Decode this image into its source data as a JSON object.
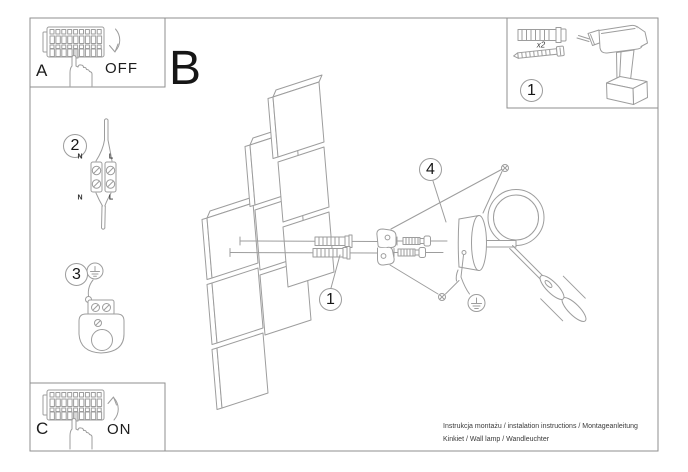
{
  "panel_a": {
    "label": "A",
    "state": "OFF"
  },
  "panel_c": {
    "label": "C",
    "state": "ON"
  },
  "section_b_label": "B",
  "callouts": {
    "parts_box": "1",
    "wall_plugs": "1",
    "wiring": "2",
    "bracket": "3",
    "assembly": "4"
  },
  "wiring_labels": {
    "top_n": "N",
    "top_l": "L",
    "bottom_n": "N",
    "bottom_l": "L"
  },
  "parts_box": {
    "dowel_quantity": "x2"
  },
  "footer": {
    "line1": "Instrukcja montażu / instalation instructions / Montageanleitung",
    "line2": "Kinkiet / Wall lamp / Wandleuchter"
  },
  "colors": {
    "art_line": "#9d9d9d",
    "frame_line": "#8f8f8f",
    "text": "#1c1c1c",
    "muted_text": "#3a3a3a",
    "background": "#ffffff"
  },
  "icons": {
    "breaker-panel-icon": "row of rocker switches on distribution board",
    "hand-press-icon": "hand with index finger pressing switch",
    "arrow-down-icon": "curved arrow pointing down",
    "arrow-up-icon": "curved arrow pointing up",
    "terminal-block-icon": "two-pole screw terminal connector",
    "ground-symbol-icon": "earthing symbol inside circle",
    "wall-plug-icon": "expansion dowel",
    "screw-icon": "mounting screw",
    "phillips-screw-icon": "cross-head fixing screw",
    "drill-icon": "cordless drill",
    "tiled-wall-icon": "tiled wall in perspective",
    "mounting-bracket-icon": "two-hole wall bracket",
    "canopy-bracket-icon": "round canopy plate with keyhole",
    "wall-lamp-icon": "loop wall lamp with cylindrical shade"
  }
}
